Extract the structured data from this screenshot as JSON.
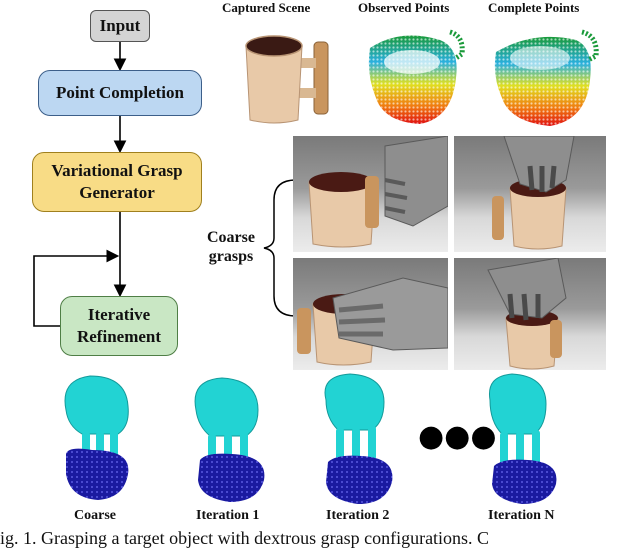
{
  "flowchart": {
    "input": "Input",
    "point_completion": "Point Completion",
    "grasp_generator_line1": "Variational Grasp",
    "grasp_generator_line2": "Generator",
    "refinement_line1": "Iterative",
    "refinement_line2": "Refinement"
  },
  "point_panels": {
    "captured_scene": "Captured Scene",
    "observed_points": "Observed Points",
    "complete_points": "Complete Points"
  },
  "coarse_grasps_label_line1": "Coarse",
  "coarse_grasps_label_line2": "grasps",
  "iterations": [
    "Coarse",
    "Iteration 1",
    "Iteration 2",
    "Iteration N"
  ],
  "ellipsis": "●●●",
  "caption": "ig. 1.  Grasping a target object with dextrous grasp configurations. C",
  "colors": {
    "input_box": "#d4d4d4",
    "point_completion_box": "#bcd7f2",
    "grasp_generator_box": "#f8dc86",
    "refinement_box": "#c9e7c4",
    "hand": "#22d3d3",
    "object_points": "#2222aa",
    "mug": "#e8c9a8"
  }
}
